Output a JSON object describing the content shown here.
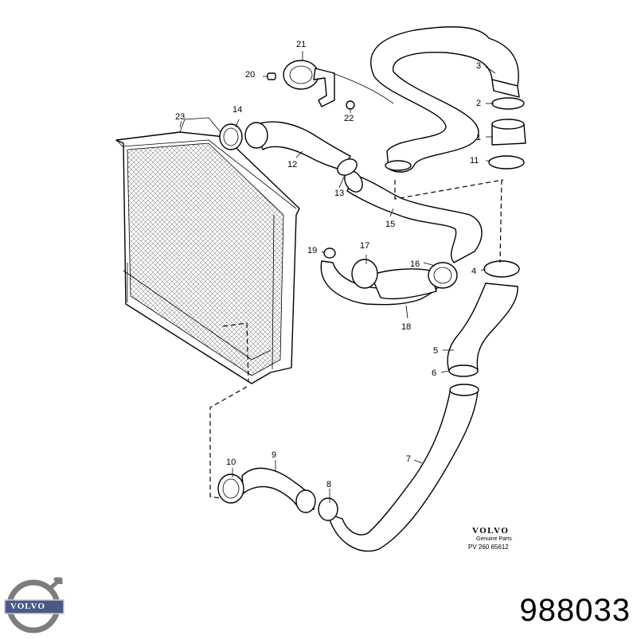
{
  "callouts": {
    "c1": "1",
    "c2": "2",
    "c3": "3",
    "c4": "4",
    "c5": "5",
    "c6": "6",
    "c7": "7",
    "c8": "8",
    "c9": "9",
    "c10": "10",
    "c11": "11",
    "c12": "12",
    "c13": "13",
    "c14": "14",
    "c15": "15",
    "c16": "16",
    "c17": "17",
    "c18": "18",
    "c19": "19",
    "c20": "20",
    "c21": "21",
    "c22": "22",
    "c23": "23"
  },
  "stamp": {
    "brand": "VOLVO",
    "line1": "Genuine Parts",
    "line2": "PV  260 65612"
  },
  "logo": {
    "text": "VOLVO"
  },
  "part_number": "988033",
  "colors": {
    "logo_ring": "#7d7d7d",
    "logo_band": "#4a5a86",
    "ink": "#000000"
  }
}
